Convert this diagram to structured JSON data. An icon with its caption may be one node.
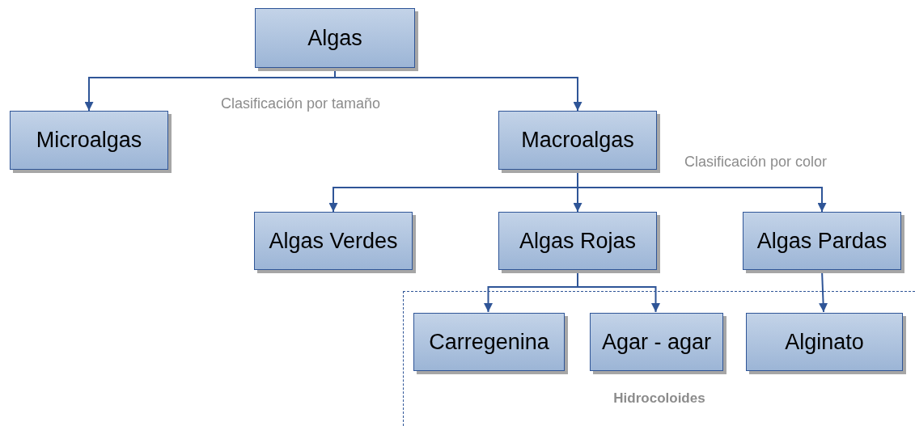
{
  "diagram": {
    "nodes": [
      {
        "text": [
          "Algas"
        ]
      },
      {
        "text": [
          "Microalgas"
        ]
      },
      {
        "text": [
          "Macroalgas"
        ]
      },
      {
        "text": [
          "Algas Verdes"
        ]
      },
      {
        "text": [
          "Algas Rojas"
        ]
      },
      {
        "text": [
          "Algas Pardas"
        ]
      },
      {
        "text": [
          "Hidrocoloides"
        ]
      },
      {
        "text": [
          "Carregenina"
        ],
        "in": 6
      },
      {
        "text": [
          "Agar - agar"
        ],
        "in": 6
      },
      {
        "text": [
          "Alginato"
        ],
        "in": 6
      }
    ],
    "edges": [
      {
        "from": 0,
        "to": 1,
        "arrow": "to"
      },
      {
        "from": 0,
        "to": 2,
        "arrow": "to"
      },
      {
        "from": 2,
        "to": 3,
        "arrow": "to"
      },
      {
        "from": 2,
        "to": 4,
        "arrow": "to"
      },
      {
        "from": 2,
        "to": 5,
        "arrow": "to"
      },
      {
        "from": 4,
        "to": 7,
        "arrow": "to"
      },
      {
        "from": 4,
        "to": 8,
        "arrow": "to"
      },
      {
        "from": 5,
        "to": 9,
        "arrow": "to"
      }
    ],
    "labels": [
      "Clasificación por tamaño",
      "Clasificación por color"
    ]
  }
}
